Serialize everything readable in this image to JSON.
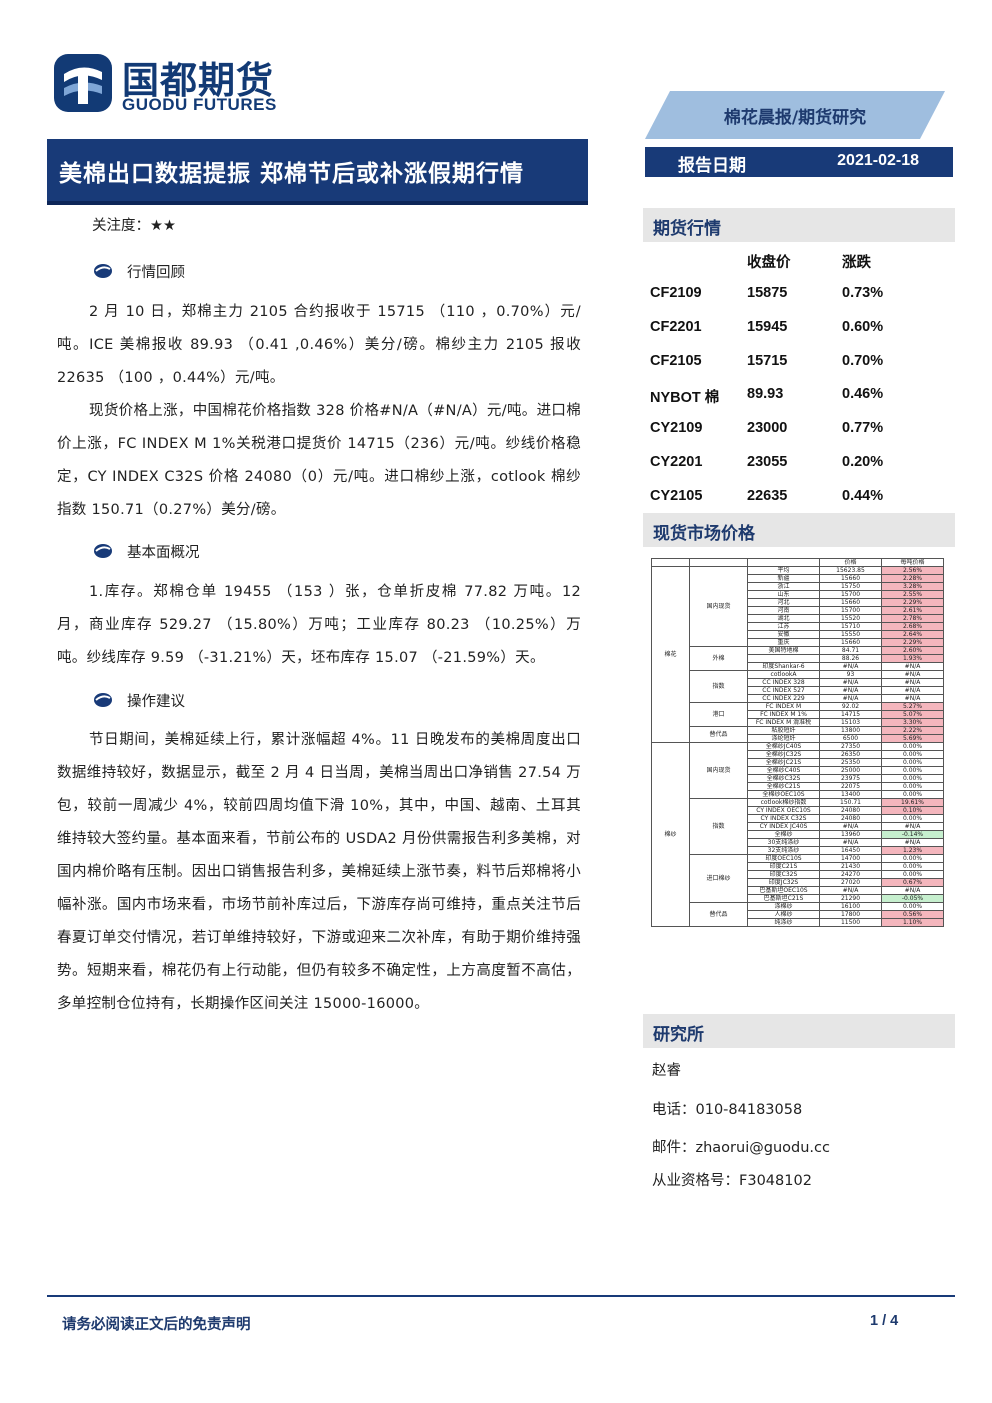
{
  "brand": {
    "name_cn": "国都期货",
    "name_en": "GUODU FUTURES"
  },
  "report_type": "棉花晨报/期货研究",
  "title": "美棉出口数据提振 郑棉节后或补涨假期行情",
  "report_date": {
    "label": "报告日期",
    "value": "2021-02-18"
  },
  "attention": "关注度：★★",
  "sections": [
    {
      "heading": "行情回顾",
      "paragraphs": [
        "2 月 10 日，郑棉主力 2105 合约报收于 15715 （110 ，0.70%）元/吨。ICE 美棉报收 89.93 （0.41 ,0.46%）美分/磅。棉纱主力 2105 报收 22635 （100 ，0.44%）元/吨。",
        "现货价格上涨，中国棉花价格指数 328 价格#N/A（#N/A）元/吨。进口棉价上涨，FC INDEX M 1%关税港口提货价 14715（236）元/吨。纱线价格稳定，CY INDEX C32S 价格 24080（0）元/吨。进口棉纱上涨，cotlook 棉纱指数 150.71（0.27%）美分/磅。"
      ]
    },
    {
      "heading": "基本面概况",
      "paragraphs": [
        "1.库存。郑棉仓单 19455 （153 ）张，仓单折皮棉 77.82 万吨。12 月，商业库存 529.27 （15.80%）万吨；工业库存 80.23 （10.25%）万吨。纱线库存 9.59 （-31.21%）天，坯布库存 15.07 （-21.59%）天。"
      ]
    },
    {
      "heading": "操作建议",
      "paragraphs": [
        "节日期间，美棉延续上行，累计涨幅超 4%。11 日晚发布的美棉周度出口数据维持较好，数据显示，截至 2 月 4 日当周，美棉当周出口净销售 27.54 万包，较前一周减少 4%，较前四周均值下滑 10%，其中，中国、越南、土耳其维持较大签约量。基本面来看，节前公布的 USDA2 月份供需报告利多美棉，对国内棉价略有压制。因出口销售报告利多，美棉延续上涨节奏，料节后郑棉将小幅补涨。国内市场来看，市场节前补库过后，下游库存尚可维持，重点关注节后春夏订单交付情况，若订单维持较好，下游或迎来二次补库，有助于期价维持强势。短期来看，棉花仍有上行动能，但仍有较多不确定性，上方高度暂不高估，多单控制仓位持有，长期操作区间关注 15000-16000。"
      ]
    }
  ],
  "futures": {
    "heading": "期货行情",
    "col_close": "收盘价",
    "col_change": "涨跌",
    "rows": [
      {
        "name": "CF2109",
        "close": "15875",
        "change": "0.73%"
      },
      {
        "name": "CF2201",
        "close": "15945",
        "change": "0.60%"
      },
      {
        "name": "CF2105",
        "close": "15715",
        "change": "0.70%"
      },
      {
        "name": "NYBOT 棉",
        "close": "89.93",
        "change": "0.46%"
      },
      {
        "name": "CY2109",
        "close": "23000",
        "change": "0.77%"
      },
      {
        "name": "CY2201",
        "close": "23055",
        "change": "0.20%"
      },
      {
        "name": "CY2105",
        "close": "22635",
        "change": "0.44%"
      }
    ]
  },
  "spot": {
    "heading": "现货市场价格",
    "header": [
      "价格",
      "每吨价格"
    ],
    "groups": [
      {
        "cat": "棉花",
        "subgroups": [
          {
            "sub": "国内现货",
            "rows": [
              [
                "平均",
                "15623.85",
                "2.56%",
                "red"
              ],
              [
                "新疆",
                "15660",
                "2.28%",
                "red"
              ],
              [
                "浙江",
                "15750",
                "3.28%",
                "red"
              ],
              [
                "山东",
                "15700",
                "2.55%",
                "red"
              ],
              [
                "河北",
                "15660",
                "2.29%",
                "red"
              ],
              [
                "河南",
                "15700",
                "2.61%",
                "red"
              ],
              [
                "湖北",
                "15520",
                "2.78%",
                "red"
              ],
              [
                "江苏",
                "15710",
                "2.68%",
                "red"
              ],
              [
                "安徽",
                "15550",
                "2.64%",
                "red"
              ],
              [
                "重庆",
                "15660",
                "2.29%",
                "red"
              ]
            ]
          },
          {
            "sub": "外棉",
            "rows": [
              [
                "美国特地棉",
                "84.71",
                "2.60%",
                "red"
              ],
              [
                "",
                "88.26",
                "1.93%",
                "red"
              ],
              [
                "印度Shankar-6",
                "#N/A",
                "#N/A",
                ""
              ]
            ]
          },
          {
            "sub": "指数",
            "rows": [
              [
                "cotlookA",
                "93",
                "#N/A",
                ""
              ],
              [
                "CC INDEX 328",
                "#N/A",
                "#N/A",
                ""
              ],
              [
                "CC INDEX 527",
                "#N/A",
                "#N/A",
                ""
              ],
              [
                "CC INDEX 229",
                "#N/A",
                "#N/A",
                ""
              ]
            ]
          },
          {
            "sub": "港口",
            "rows": [
              [
                "FC INDEX M",
                "92.02",
                "5.27%",
                "red"
              ],
              [
                "FC INDEX M 1%",
                "14715",
                "5.07%",
                "red"
              ],
              [
                "FC INDEX M 滑准税",
                "15103",
                "3.30%",
                "red"
              ]
            ]
          },
          {
            "sub": "替代品",
            "rows": [
              [
                "粘胶短纤",
                "13800",
                "2.22%",
                "red"
              ],
              [
                "涤纶短纤",
                "6500",
                "5.69%",
                "red"
              ]
            ]
          }
        ]
      },
      {
        "cat": "棉纱",
        "subgroups": [
          {
            "sub": "国内现货",
            "rows": [
              [
                "全棉纱JC40S",
                "27350",
                "0.00%",
                ""
              ],
              [
                "全棉纱JC32S",
                "26350",
                "0.00%",
                ""
              ],
              [
                "全棉纱JC21S",
                "25350",
                "0.00%",
                ""
              ],
              [
                "全棉纱C40S",
                "25000",
                "0.00%",
                ""
              ],
              [
                "全棉纱C32S",
                "23975",
                "0.00%",
                ""
              ],
              [
                "全棉纱C21S",
                "22075",
                "0.00%",
                ""
              ],
              [
                "全棉纱OEC10S",
                "13400",
                "0.00%",
                ""
              ]
            ]
          },
          {
            "sub": "指数",
            "rows": [
              [
                "cotlook棉纱指数",
                "150.71",
                "19.61%",
                "red"
              ],
              [
                "CY INDEX OEC10S",
                "24080",
                "0.10%",
                "red"
              ],
              [
                "CY INDEX C32S",
                "24080",
                "0.00%",
                ""
              ],
              [
                "CY INDEX JC40S",
                "#N/A",
                "#N/A",
                ""
              ],
              [
                "全棉纱",
                "13960",
                "-0.14%",
                "grn"
              ],
              [
                "30支纯涤纱",
                "#N/A",
                "#N/A",
                ""
              ],
              [
                "32支纯涤纱",
                "16450",
                "1.23%",
                "red"
              ]
            ]
          },
          {
            "sub": "进口棉纱",
            "rows": [
              [
                "印度OEC10S",
                "14700",
                "0.00%",
                ""
              ],
              [
                "印度C21S",
                "21430",
                "0.00%",
                ""
              ],
              [
                "印度C32S",
                "24270",
                "0.00%",
                ""
              ],
              [
                "印度JC32S",
                "27020",
                "0.67%",
                "red"
              ],
              [
                "巴基斯坦OEC10S",
                "#N/A",
                "#N/A",
                ""
              ],
              [
                "巴基斯坦C21S",
                "21290",
                "-0.05%",
                "grn"
              ]
            ]
          },
          {
            "sub": "替代品",
            "rows": [
              [
                "涤棉纱",
                "16100",
                "0.00%",
                ""
              ],
              [
                "人棉纱",
                "17800",
                "0.56%",
                "red"
              ],
              [
                "纯涤纱",
                "11500",
                "1.10%",
                "red"
              ]
            ]
          }
        ]
      }
    ]
  },
  "research": {
    "heading": "研究所",
    "analyst": "赵睿",
    "phone": "电话：010-84183058",
    "email": "邮件：zhaorui@guodu.cc",
    "license": "从业资格号：F3048102"
  },
  "footer": {
    "disclaimer": "请务必阅读正文后的免责声明",
    "page": "1 / 4"
  },
  "colors": {
    "brand": "#183a78",
    "accent": "#9fbedf",
    "up": "#f4b6bd",
    "down": "#c6efce"
  }
}
